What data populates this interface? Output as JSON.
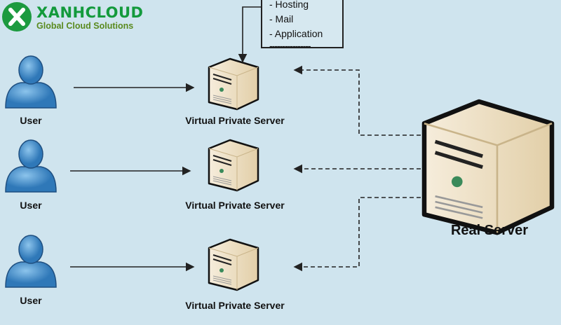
{
  "logo": {
    "brand": "XANHCLOUD",
    "tagline": "Global Cloud Solutions",
    "color": "#139a3c"
  },
  "services": [
    "- Hosting",
    "- Mail",
    "- Application",
    "----------------"
  ],
  "users": [
    {
      "label": "User"
    },
    {
      "label": "User"
    },
    {
      "label": "User"
    }
  ],
  "vps": [
    {
      "label": "Virtual Private Server"
    },
    {
      "label": "Virtual Private Server"
    },
    {
      "label": "Virtual Private Server"
    }
  ],
  "real_server": {
    "label": "Real Server"
  },
  "colors": {
    "background": "#cfe4ee",
    "user": "#4a8fc8",
    "server": "#eadcc0"
  }
}
